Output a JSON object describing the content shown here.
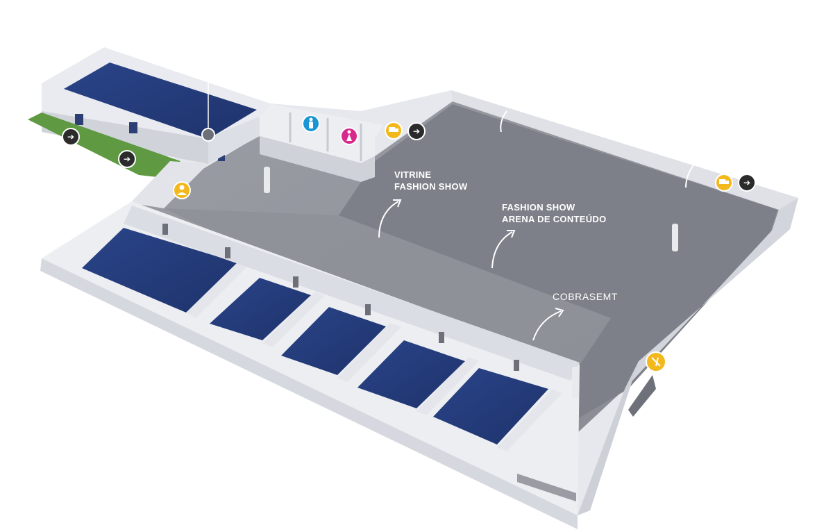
{
  "map": {
    "area_labels": {
      "vitrine": [
        "VITRINE",
        "FASHION SHOW"
      ],
      "arena": [
        "FASHION SHOW",
        "ARENA DE CONTEÚDO"
      ],
      "cobrasemt": [
        "COBRASEMT"
      ]
    },
    "colors": {
      "floor": "#8e9198",
      "hall": "#7f838b",
      "wall_top": "#eceef2",
      "wall_side": "#d3d6dd",
      "room_floor": "#243c7c",
      "grass": "#5f9a43",
      "pin_yellow": "#f2b81c",
      "pin_blue": "#1996d6",
      "pin_pink": "#d7288c",
      "pin_dark": "#2b2b2b",
      "pin_gray": "#6c7078"
    },
    "icons": [
      "emergency-exit-icon",
      "emergency-exit-icon",
      "info-pin-icon",
      "user-service-icon",
      "men-restroom-icon",
      "women-restroom-icon",
      "cargo-truck-icon",
      "emergency-exit-icon",
      "cargo-truck-icon",
      "emergency-exit-icon",
      "entrance-icon"
    ]
  }
}
